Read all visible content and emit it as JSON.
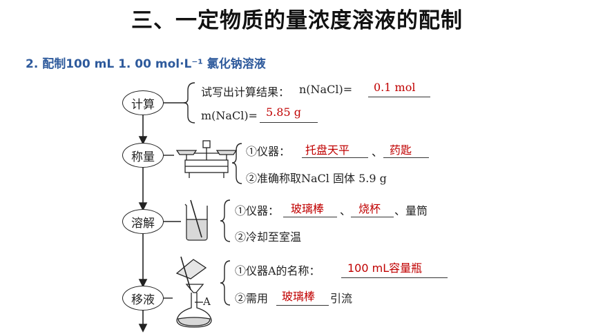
{
  "title": "三、一定物质的量浓度溶液的配制",
  "subtitle": "2. 配制100 mL 1. 00 mol·L⁻¹ 氯化钠溶液",
  "steps": {
    "calc": {
      "node": "计算",
      "line1_prefix": "试写出计算结果：",
      "line1_formula": "n(NaCl)=",
      "line1_answer": "0.1 mol",
      "line2_formula": "m(NaCl)=",
      "line2_answer": "5.85 g"
    },
    "weigh": {
      "node": "称量",
      "line1_prefix": "①仪器：",
      "answer1": "托盘天平",
      "sep": "、",
      "answer2": "药匙",
      "line2": "②准确称取NaCl 固体 5.9 g"
    },
    "dissolve": {
      "node": "溶解",
      "line1_prefix": "①仪器：",
      "answer1": "玻璃棒",
      "sep1": "、",
      "answer2": "烧杯",
      "sep2": "、量筒",
      "line2": "②冷却至室温"
    },
    "transfer": {
      "node": "移液",
      "line1_prefix": "①仪器A的名称：",
      "answer1": "100 mL容量瓶",
      "line2_prefix": "②需用",
      "answer2": "玻璃棒",
      "line2_suffix": "引流",
      "figure_label": "A"
    }
  }
}
